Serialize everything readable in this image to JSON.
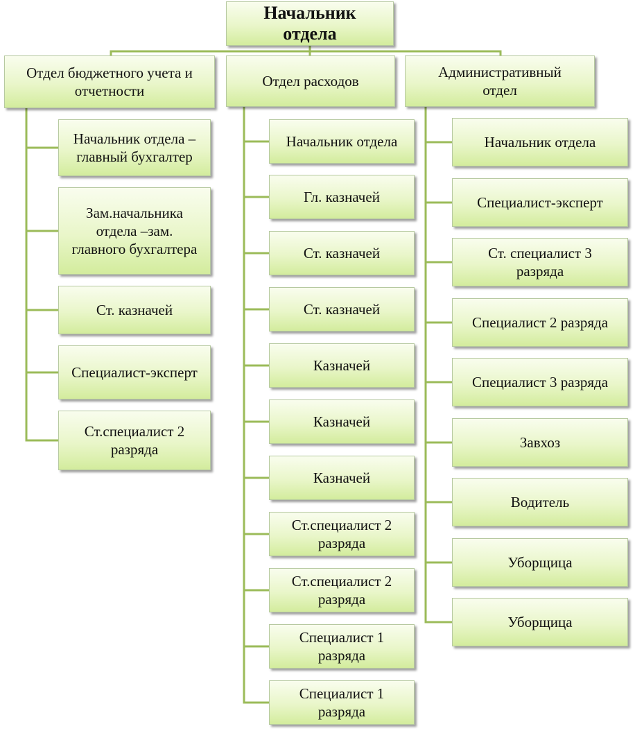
{
  "colors": {
    "connector": "#9bbb59",
    "box_top": "#f9fdee",
    "box_bottom": "#d3ec9d"
  },
  "root": {
    "label": "Начальник\nотдела"
  },
  "departments": [
    {
      "label": "Отдел бюджетного учета и\nотчетности",
      "staff": [
        "Начальник отдела –\nглавный бухгалтер",
        "Зам.начальника\nотдела –зам.\nглавного бухгалтера",
        "Ст. казначей",
        "Специалист-эксперт",
        "Ст.специалист 2\nразряда"
      ]
    },
    {
      "label": "Отдел расходов",
      "staff": [
        "Начальник отдела",
        "Гл. казначей",
        "Ст. казначей",
        "Ст. казначей",
        "Казначей",
        "Казначей",
        "Казначей",
        "Ст.специалист 2\nразряда",
        "Ст.специалист 2\nразряда",
        "Специалист 1\nразряда",
        "Специалист 1\nразряда"
      ]
    },
    {
      "label": "Административный\nотдел",
      "staff": [
        "Начальник отдела",
        "Специалист-эксперт",
        "Ст. специалист  3\nразряда",
        "Специалист 2  разряда",
        "Специалист 3 разряда",
        "Завхоз",
        "Водитель",
        "Уборщица",
        "Уборщица"
      ]
    }
  ]
}
